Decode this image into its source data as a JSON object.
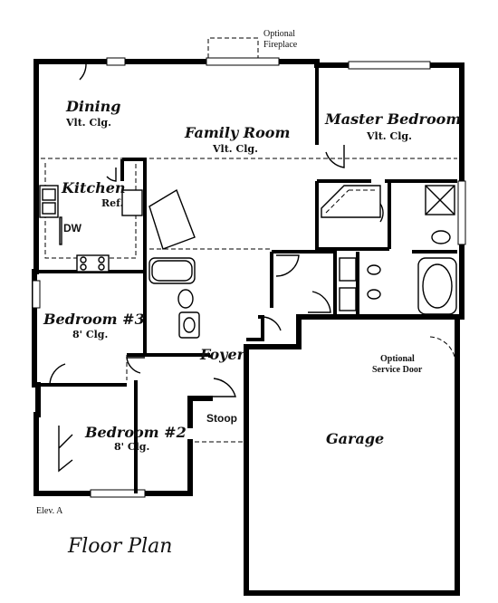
{
  "optional_fireplace": {
    "line1": "Optional",
    "line2": "Fireplace"
  },
  "rooms": {
    "dining": {
      "name": "Dining",
      "ceiling": "Vlt. Clg."
    },
    "family_room": {
      "name": "Family Room",
      "ceiling": "Vlt. Clg."
    },
    "master_bedroom": {
      "name": "Master Bedroom",
      "ceiling": "Vlt. Clg."
    },
    "kitchen": {
      "name": "Kitchen"
    },
    "bedroom3": {
      "name": "Bedroom #3",
      "ceiling": "8' Clg."
    },
    "bedroom2": {
      "name": "Bedroom #2",
      "ceiling": "8' Clg."
    },
    "foyer": {
      "name": "Foyer"
    },
    "garage": {
      "name": "Garage"
    }
  },
  "fixtures": {
    "refrigerator": "Ref.",
    "dishwasher": "DW"
  },
  "stoop": "Stoop",
  "service_door": {
    "line1": "Optional",
    "line2": "Service Door"
  },
  "elevation": "Elev. A",
  "title": "Floor Plan"
}
